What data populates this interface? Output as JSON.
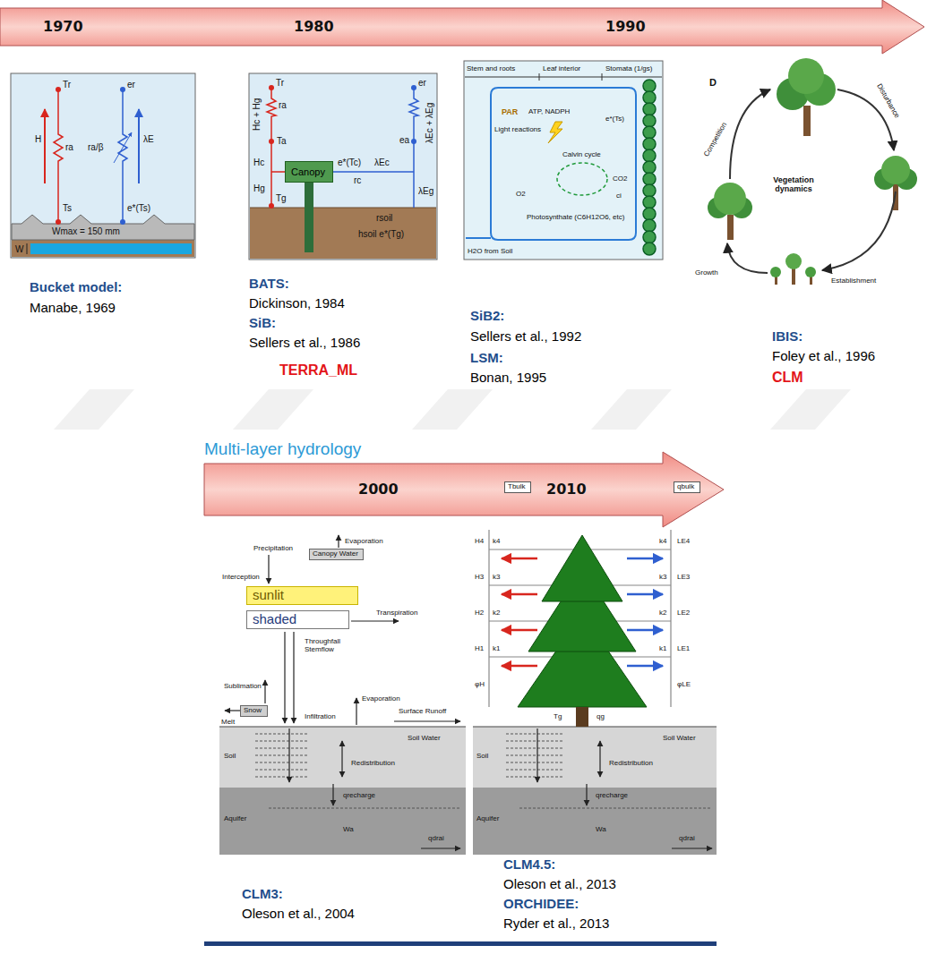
{
  "diagram": {
    "nodes": [
      {
        "text": [
          "1970",
          "1980",
          "1990"
        ]
      },
      {
        "text": [
          "Canopy"
        ]
      },
      {
        "text": [
          "2000",
          "2010"
        ]
      },
      {
        "text": [
          "Tbulk"
        ]
      },
      {
        "text": [
          "qbulk"
        ]
      },
      {
        "text": [
          "Canopy Water"
        ]
      },
      {
        "text": [
          "sunlit"
        ]
      },
      {
        "text": [
          "shaded"
        ]
      },
      {
        "text": [
          "Snow"
        ]
      }
    ],
    "labels": [
      "Tr",
      "er",
      "H",
      "ra",
      "ra/β",
      "λE",
      "Ts",
      "e*(Ts)",
      "Wmax = 150 mm",
      "W",
      "Bucket model:",
      "Manabe, 1969",
      "Tr",
      "er",
      "Hc + Hg",
      "ra",
      "Ta",
      "Hc",
      "Hg",
      "Tg",
      "λEc + λEg",
      "ea",
      "e*(Tc)",
      "λEc",
      "rc",
      "λEg",
      "rsoil",
      "hsoil e*(Tg)",
      "BATS:",
      "Dickinson, 1984",
      "SiB:",
      "Sellers et al., 1986",
      "TERRA_ML",
      "Stem and roots",
      "Leaf interior",
      "Stomata (1/gs)",
      "PAR",
      "ATP, NADPH",
      "Light reactions",
      "e*(Ts)",
      "Calvin cycle",
      "CO2",
      "O2",
      "ci",
      "Photosynthate (C6H12O6, etc)",
      "H2O from Soil",
      "SiB2:",
      "Sellers et al., 1992",
      "LSM:",
      "Bonan, 1995",
      "D",
      "Competition",
      "Disturbance",
      "Vegetation dynamics",
      "Establishment",
      "Growth",
      "IBIS:",
      "Foley et al., 1996",
      "CLM",
      "Multi-layer hydrology",
      "Precipitation",
      "Evaporation",
      "Interception",
      "Transpiration",
      "Throughfall Stemflow",
      "Sublimation",
      "Melt",
      "Evaporation",
      "Infiltration",
      "Surface Runoff",
      "Soil Water",
      "Soil",
      "Redistribution",
      "qrecharge",
      "Aquifer",
      "Wa",
      "qdrai",
      "H4",
      "k4",
      "k4",
      "LE4",
      "H3",
      "k3",
      "k3",
      "LE3",
      "H2",
      "k2",
      "k2",
      "LE2",
      "H1",
      "k1",
      "k1",
      "LE1",
      "φH",
      "φLE",
      "Tg",
      "qg",
      "Soil Water",
      "Soil",
      "Redistribution",
      "qrecharge",
      "Aquifer",
      "Wa",
      "qdrai",
      "CLM3:",
      "Oleson et al., 2004",
      "CLM4.5:",
      "Oleson et al., 2013",
      "ORCHIDEE:",
      "Ryder et al., 2013"
    ]
  }
}
